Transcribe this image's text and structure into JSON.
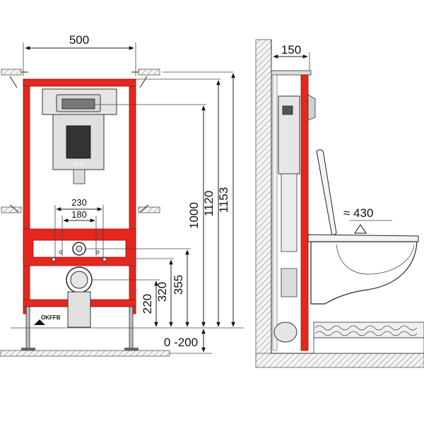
{
  "dimensions": {
    "frame_width": "500",
    "wall_depth": "150",
    "seat_height": "≈ 430",
    "frame_height_1153": "1153",
    "frame_height_1120": "1120",
    "actuator_height_1000": "1000",
    "pipe_height_355": "355",
    "pipe_height_320": "320",
    "pipe_height_220": "220",
    "bolt_spacing_230": "230",
    "bolt_spacing_180": "180",
    "floor_offset": "0 -200"
  },
  "labels": {
    "floor_reference": "OKFFB",
    "cistern_brand": "TECE"
  },
  "colors": {
    "frame": "#e4281f",
    "frame_outline": "#8a1208",
    "line": "#222222"
  }
}
